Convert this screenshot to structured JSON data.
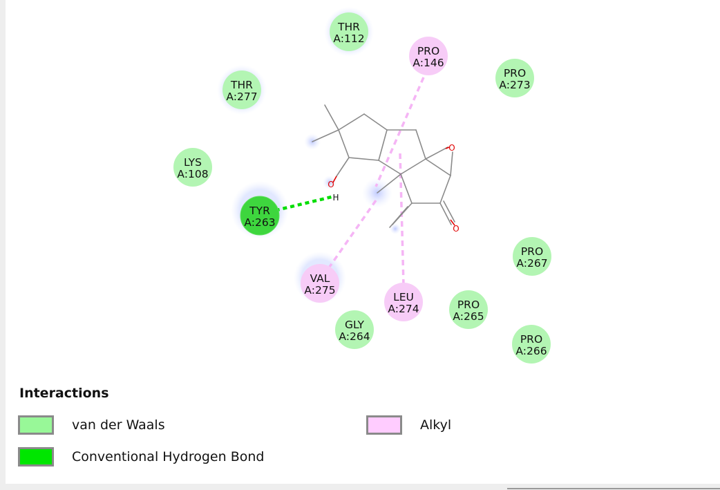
{
  "residues": [
    {
      "name": "THR",
      "id": "A:112",
      "type": "van_der_waals"
    },
    {
      "name": "PRO",
      "id": "A:146",
      "type": "alkyl"
    },
    {
      "name": "PRO",
      "id": "A:273",
      "type": "van_der_waals"
    },
    {
      "name": "THR",
      "id": "A:277",
      "type": "van_der_waals"
    },
    {
      "name": "LYS",
      "id": "A:108",
      "type": "van_der_waals"
    },
    {
      "name": "TYR",
      "id": "A:263",
      "type": "hydrogen_bond"
    },
    {
      "name": "VAL",
      "id": "A:275",
      "type": "alkyl"
    },
    {
      "name": "LEU",
      "id": "A:274",
      "type": "alkyl"
    },
    {
      "name": "GLY",
      "id": "A:264",
      "type": "van_der_waals"
    },
    {
      "name": "PRO",
      "id": "A:265",
      "type": "van_der_waals"
    },
    {
      "name": "PRO",
      "id": "A:267",
      "type": "van_der_waals"
    },
    {
      "name": "PRO",
      "id": "A:266",
      "type": "van_der_waals"
    }
  ],
  "atoms": {
    "oxygen": "O",
    "hydrogen": "H"
  },
  "legend": {
    "title": "Interactions",
    "items": [
      {
        "label": "van der Waals",
        "color": "#98f898"
      },
      {
        "label": "Alkyl",
        "color": "#ffccff"
      },
      {
        "label": "Conventional Hydrogen Bond",
        "color": "#00e600"
      }
    ]
  },
  "colors": {
    "van_der_waals": "#b3f5b3",
    "alkyl": "#f7ccf7",
    "hydrogen_bond": "#3ed63e",
    "hbond_line": "#00dd00",
    "alkyl_line": "#f5b5f5",
    "bond": "#8a8a8a",
    "oxygen": "#e00000"
  }
}
